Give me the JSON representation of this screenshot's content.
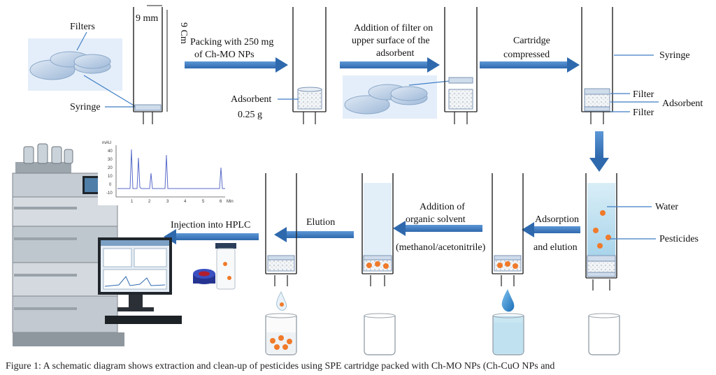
{
  "step1": {
    "width_label": "9 mm",
    "height_label": "9 Cm",
    "filters_label": "Filters",
    "syringe_label": "Syringe"
  },
  "step2": {
    "arrow_label_line1": "Packing with 250 mg",
    "arrow_label_line2": "of Ch-MO NPs",
    "adsorbent_label_line1": "Adsorbent",
    "adsorbent_label_line2": "0.25 g"
  },
  "step3": {
    "arrow_label_line1": "Addition of filter on",
    "arrow_label_line2": "upper surface of the",
    "arrow_label_line3": "adsorbent"
  },
  "step4": {
    "arrow_label_line1": "Cartridge",
    "arrow_label_line2": "compressed",
    "syringe_label": "Syringe",
    "filter_top_label": "Filter",
    "adsorbent_label": "Adsorbent",
    "filter_bottom_label": "Filter"
  },
  "step5": {
    "water_label": "Water",
    "pesticides_label": "Pesticides",
    "arrow_label_line1": "Adsorption",
    "arrow_label_line2": "and elution"
  },
  "step6": {
    "arrow_label_line1": "Addition of",
    "arrow_label_line2": "organic solvent",
    "arrow_label_line3": "(methanol/acetonitrile)"
  },
  "step7": {
    "arrow_label": "Elution"
  },
  "step8": {
    "arrow_label": "Injection into HPLC"
  },
  "chromatogram": {
    "y_unit": "mAU",
    "x_unit": "Min",
    "y_ticks": [
      "40",
      "30",
      "20",
      "10",
      "0",
      "-10"
    ],
    "x_ticks": [
      "1",
      "2",
      "3",
      "4",
      "5",
      "6"
    ]
  },
  "caption": {
    "text": "Figure 1: A schematic diagram shows extraction and clean-up of pesticides using SPE cartridge packed with Ch-MO NPs (Ch-CuO NPs and"
  },
  "colors": {
    "arrow": "#3f7ec4",
    "pesticide": "#f07a2a",
    "water": "#bfe1f0",
    "filter": "#b9cfe4"
  }
}
